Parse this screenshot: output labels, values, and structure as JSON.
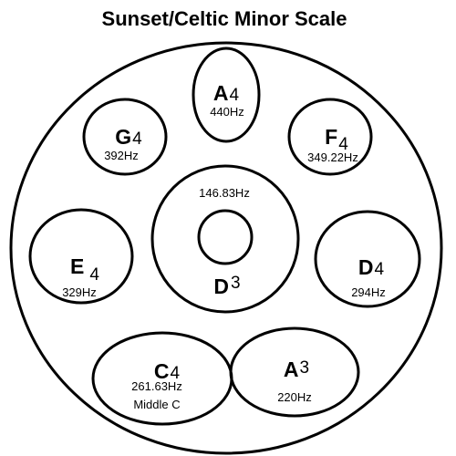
{
  "title": "Sunset/Celtic Minor Scale",
  "notes": {
    "ding": {
      "letter": "D",
      "octave": "3",
      "frequency": "146.83Hz"
    },
    "a4": {
      "letter": "A",
      "octave": "4",
      "frequency": "440Hz"
    },
    "g4": {
      "letter": "G",
      "octave": "4",
      "frequency": "392Hz"
    },
    "f4": {
      "letter": "F",
      "octave": "4",
      "frequency": "349.22Hz"
    },
    "e4": {
      "letter": "E",
      "octave": "4",
      "frequency": "329Hz"
    },
    "d4": {
      "letter": "D",
      "octave": "4",
      "frequency": "294Hz"
    },
    "c4": {
      "letter": "C",
      "octave": "4",
      "frequency": "261.63Hz",
      "extra": "Middle C"
    },
    "a3": {
      "letter": "A",
      "octave": "3",
      "frequency": "220Hz"
    }
  }
}
